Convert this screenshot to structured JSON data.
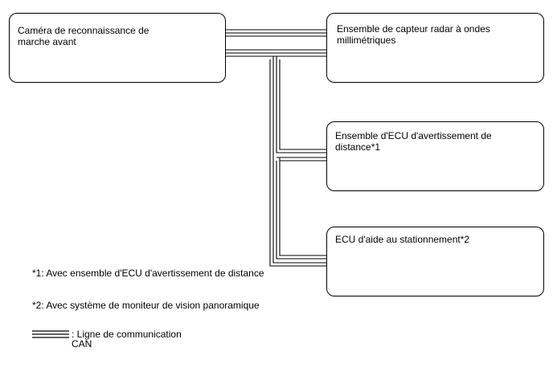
{
  "boxes": {
    "camera": "Caméra de reconnaissance de marche avant",
    "radar": "Ensemble de capteur radar à ondes millimétriques",
    "distance_warning_ecu": "Ensemble d'ECU d'avertissement de distance*1",
    "parking_assist_ecu": "ECU d'aide au stationnement*2"
  },
  "notes": {
    "note1": "*1: Avec ensemble d'ECU d'avertissement de distance",
    "note2": "*2: Avec système de moniteur de vision panoramique"
  },
  "legend": {
    "label": ": Ligne de communication CAN"
  }
}
